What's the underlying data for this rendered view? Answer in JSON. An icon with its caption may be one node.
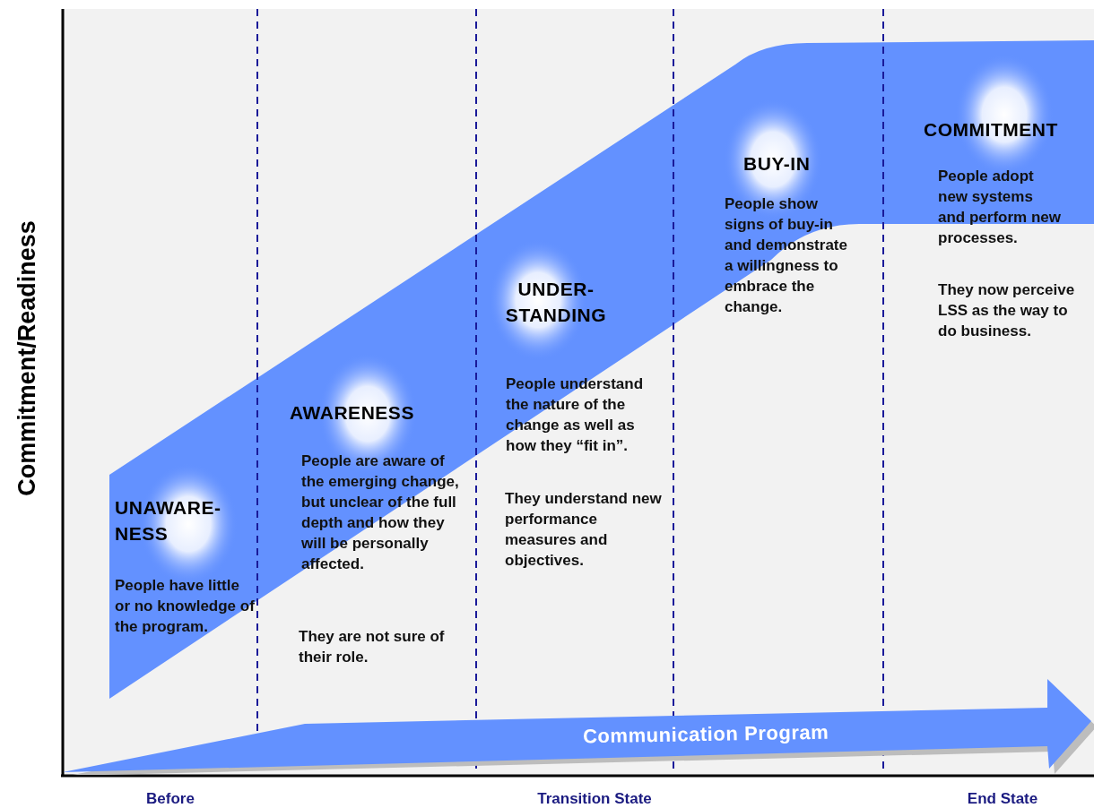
{
  "diagram": {
    "nodes": [
      {
        "text": [
          "Communication Program"
        ]
      }
    ],
    "labels": [
      "Commitment/Readiness",
      "UNAWARE-NESS",
      "People have little or no knowledge of the program.",
      "AWARENESS",
      "People are aware of the emerging change, but unclear of the full depth and how they will be personally affected.",
      "They are not sure of their role.",
      "UNDER-STANDING",
      "People understand the nature of the change as well as how they “fit in”.",
      "They understand new performance measures and objectives.",
      "BUY-IN",
      "People show signs of buy-in and demonstrate a willingness to embrace the change.",
      "COMMITMENT",
      "People adopt new systems and perform new processes.",
      "They now perceive LSS as the way to do business.",
      "Before",
      "Transition State",
      "End State"
    ]
  }
}
